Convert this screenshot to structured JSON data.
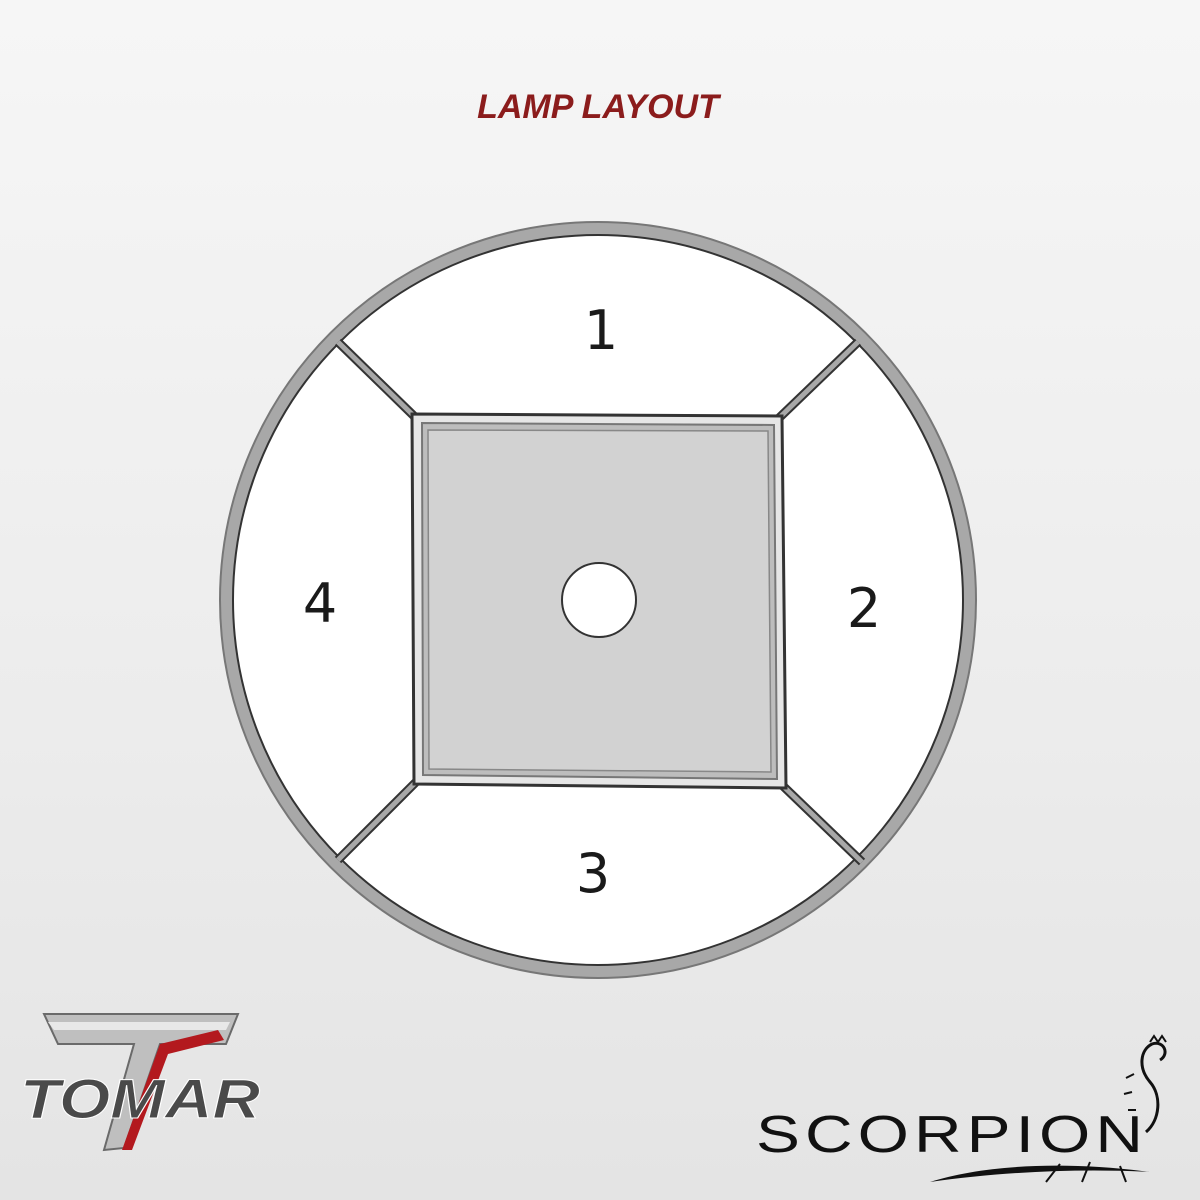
{
  "title": "LAMP LAYOUT",
  "zones": [
    {
      "id": "1",
      "label": "1"
    },
    {
      "id": "2",
      "label": "2"
    },
    {
      "id": "3",
      "label": "3"
    },
    {
      "id": "4",
      "label": "4"
    }
  ],
  "logos": {
    "tomar": "TOMAR",
    "scorpion": "SCORPION"
  },
  "colors": {
    "title": "#8b1c1c",
    "ring": "#a8a8a8",
    "center_fill": "#d2d2d2",
    "zone_fill": "#ffffff",
    "outline": "#2a2a2a",
    "tomar_red": "#b3191e",
    "logo_text": "#4a4a4a",
    "scorpion_text": "#111111"
  }
}
